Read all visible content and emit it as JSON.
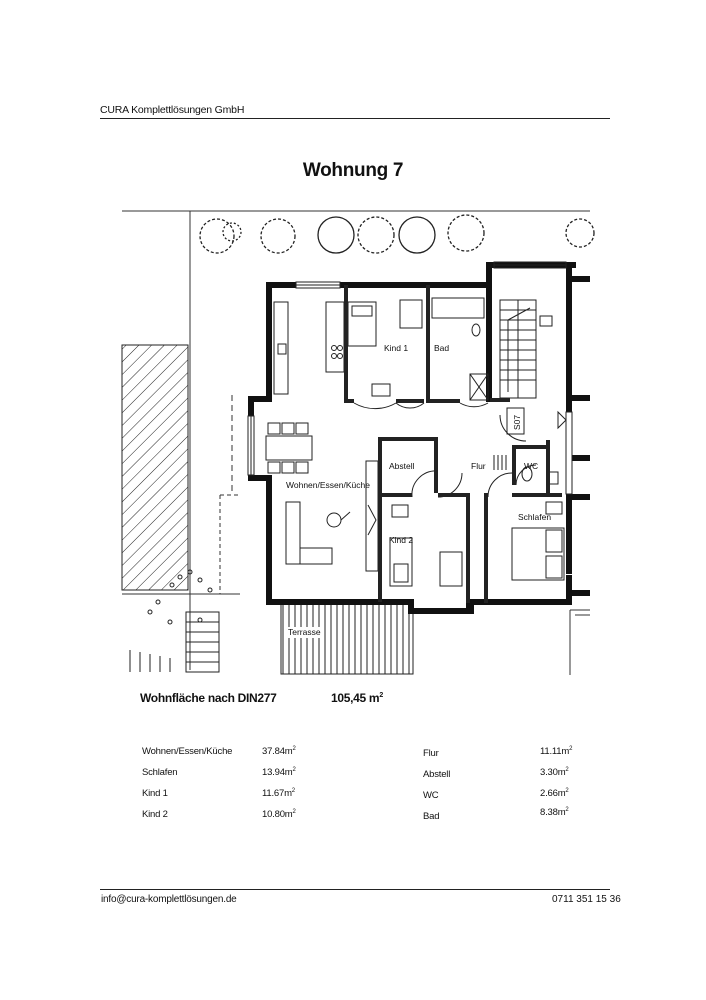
{
  "header": {
    "company": "CURA Komplettlösungen GmbH"
  },
  "title": "Wohnung 7",
  "plan_labels": {
    "kind1": "Kind 1",
    "bad": "Bad",
    "flur": "Flur",
    "abstell": "Abstell",
    "wc": "WC",
    "wohnen": "Wohnen/Essen/Küche",
    "schlafen": "Schlafen",
    "kind2": "Kind 2",
    "terrasse": "Terrasse",
    "s07": "S07"
  },
  "area": {
    "label": "Wohnfläche nach DIN277",
    "value": "105,45 m",
    "unit_sup": "2"
  },
  "rooms_left": [
    {
      "name": "Wohnen/Essen/Küche",
      "value": "37.84m",
      "sup": "2"
    },
    {
      "name": "Schlafen",
      "value": "13.94m",
      "sup": "2"
    },
    {
      "name": "Kind 1",
      "value": "11.67m",
      "sup": "2"
    },
    {
      "name": "Kind 2",
      "value": "10.80m",
      "sup": "2"
    }
  ],
  "rooms_right": [
    {
      "name": "Flur",
      "value": "11.11m",
      "sup": "2"
    },
    {
      "name": "Abstell",
      "value": "3.30m",
      "sup": "2"
    },
    {
      "name": "WC",
      "value": "2.66m",
      "sup": "2"
    },
    {
      "name": "Bad",
      "value": "8.38m",
      "sup": "2"
    }
  ],
  "footer": {
    "email": "info@cura-komplettlösungen.de",
    "phone": "0711 351 15 36"
  }
}
